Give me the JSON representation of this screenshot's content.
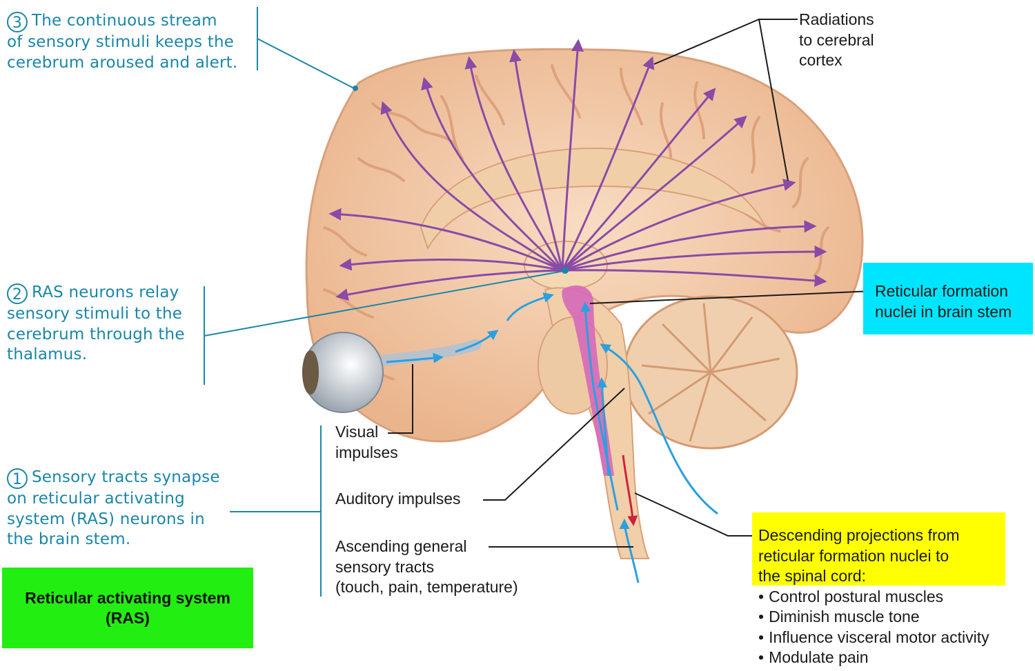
{
  "steps": {
    "step3": {
      "number": "3",
      "lines": [
        "The continuous stream",
        "of sensory stimuli keeps the",
        "cerebrum aroused and alert."
      ]
    },
    "step2": {
      "number": "2",
      "lines": [
        "RAS neurons relay",
        "sensory stimuli to the",
        "cerebrum through the",
        "thalamus."
      ]
    },
    "step1": {
      "number": "1",
      "lines": [
        "Sensory tracts synapse",
        "on reticular activating",
        "system (RAS) neurons in",
        "the brain stem."
      ]
    }
  },
  "labels": {
    "radiations": [
      "Radiations",
      "to cerebral",
      "cortex"
    ],
    "reticular_nuclei": [
      "Reticular formation",
      "nuclei in brain stem"
    ],
    "visual": [
      "Visual",
      "impulses"
    ],
    "auditory": "Auditory impulses",
    "ascending": [
      "Ascending general",
      "sensory tracts",
      "(touch, pain, temperature)"
    ],
    "descending_title": [
      "Descending projections from",
      "reticular formation nuclei to",
      "the spinal cord:"
    ],
    "descending_items": [
      "Control postural muscles",
      "Diminish muscle tone",
      "Influence visceral motor activity",
      "Modulate pain"
    ],
    "ras_title": [
      "Reticular activating system",
      "(RAS)"
    ]
  },
  "colors": {
    "teal_text": "#1a86a8",
    "cyan_box": "#00e5ff",
    "yellow_box": "#ffff00",
    "green_box": "#22ee11",
    "purple_arrows": "#8a4aa8",
    "blue_arrows": "#2aa0e0",
    "brain": "#f2c9a6"
  }
}
